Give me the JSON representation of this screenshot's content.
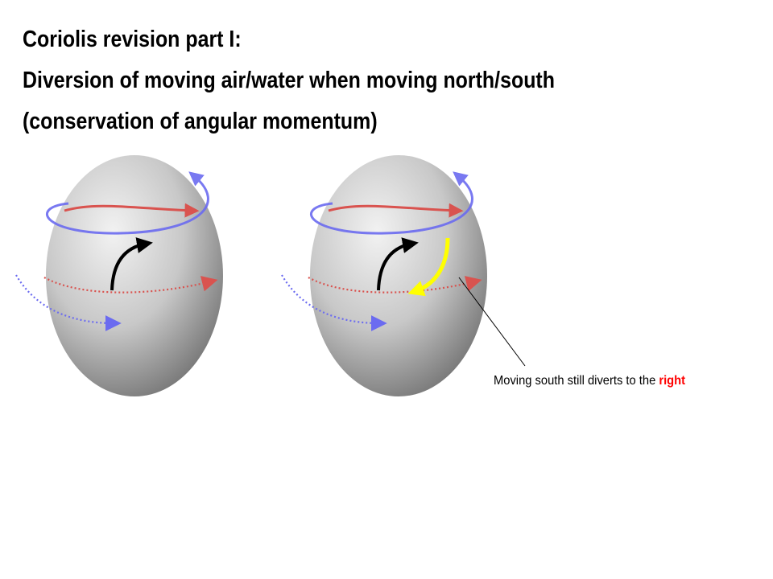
{
  "title": {
    "line1": "Coriolis revision part I:",
    "line2": "Diversion of moving air/water when moving north/south",
    "line3": "(conservation of angular momentum)"
  },
  "globes": [
    {
      "id": "left",
      "deflection_arrow": "black-curved-arrow"
    },
    {
      "id": "right",
      "deflection_arrow": "black-curved-arrow",
      "extra_arrow": "yellow-curved-arrow"
    }
  ],
  "annotation": {
    "text": "Moving south still diverts to the ",
    "emphasis": "right"
  },
  "colors": {
    "red_arrow": "#d9534f",
    "blue_arrow": "#6b6bf0",
    "black_arrow": "#000000",
    "yellow_arrow": "#ffff00",
    "emphasis": "#ff0000"
  }
}
